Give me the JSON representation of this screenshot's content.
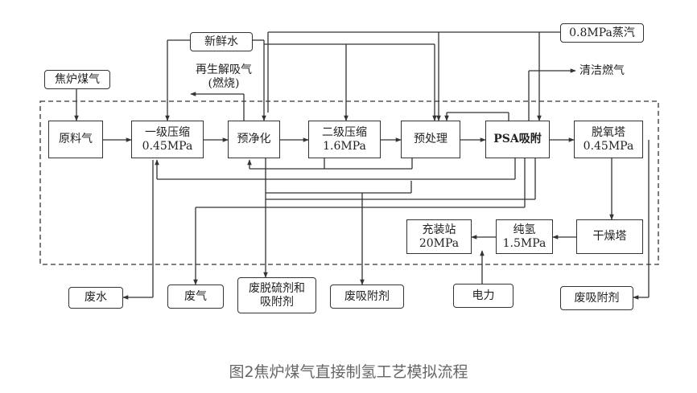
{
  "nodes": {
    "fresh_water": "新鲜水",
    "steam": "0.8MPa蒸汽",
    "coke_oven_gas": "焦炉煤气",
    "clean_fuel_gas": "清洁燃气",
    "regen_gas_line1": "再生解吸气",
    "regen_gas_line2": "(燃烧)",
    "feed_gas": "原料气",
    "compress1_line1": "一级压缩",
    "compress1_line2": "0.45MPa",
    "prepurify": "预净化",
    "compress2_line1": "二级压缩",
    "compress2_line2": "1.6MPa",
    "pretreat": "预处理",
    "psa": "PSA吸附",
    "deoxy_line1": "脱氧塔",
    "deoxy_line2": "0.45MPa",
    "dryer": "干燥塔",
    "pure_h2_line1": "纯氢",
    "pure_h2_line2": "1.5MPa",
    "station_line1": "充装站",
    "station_line2": "20MPa",
    "waste_water": "废水",
    "waste_gas": "废气",
    "waste_desulf_line1": "废脱硫剂和",
    "waste_desulf_line2": "吸附剂",
    "waste_adsorbent1": "废吸附剂",
    "electricity": "电力",
    "waste_adsorbent2": "废吸附剂"
  },
  "caption": "图2焦炉煤气直接制氢工艺模拟流程",
  "colors": {
    "line": "#333333",
    "caption": "#666666"
  }
}
